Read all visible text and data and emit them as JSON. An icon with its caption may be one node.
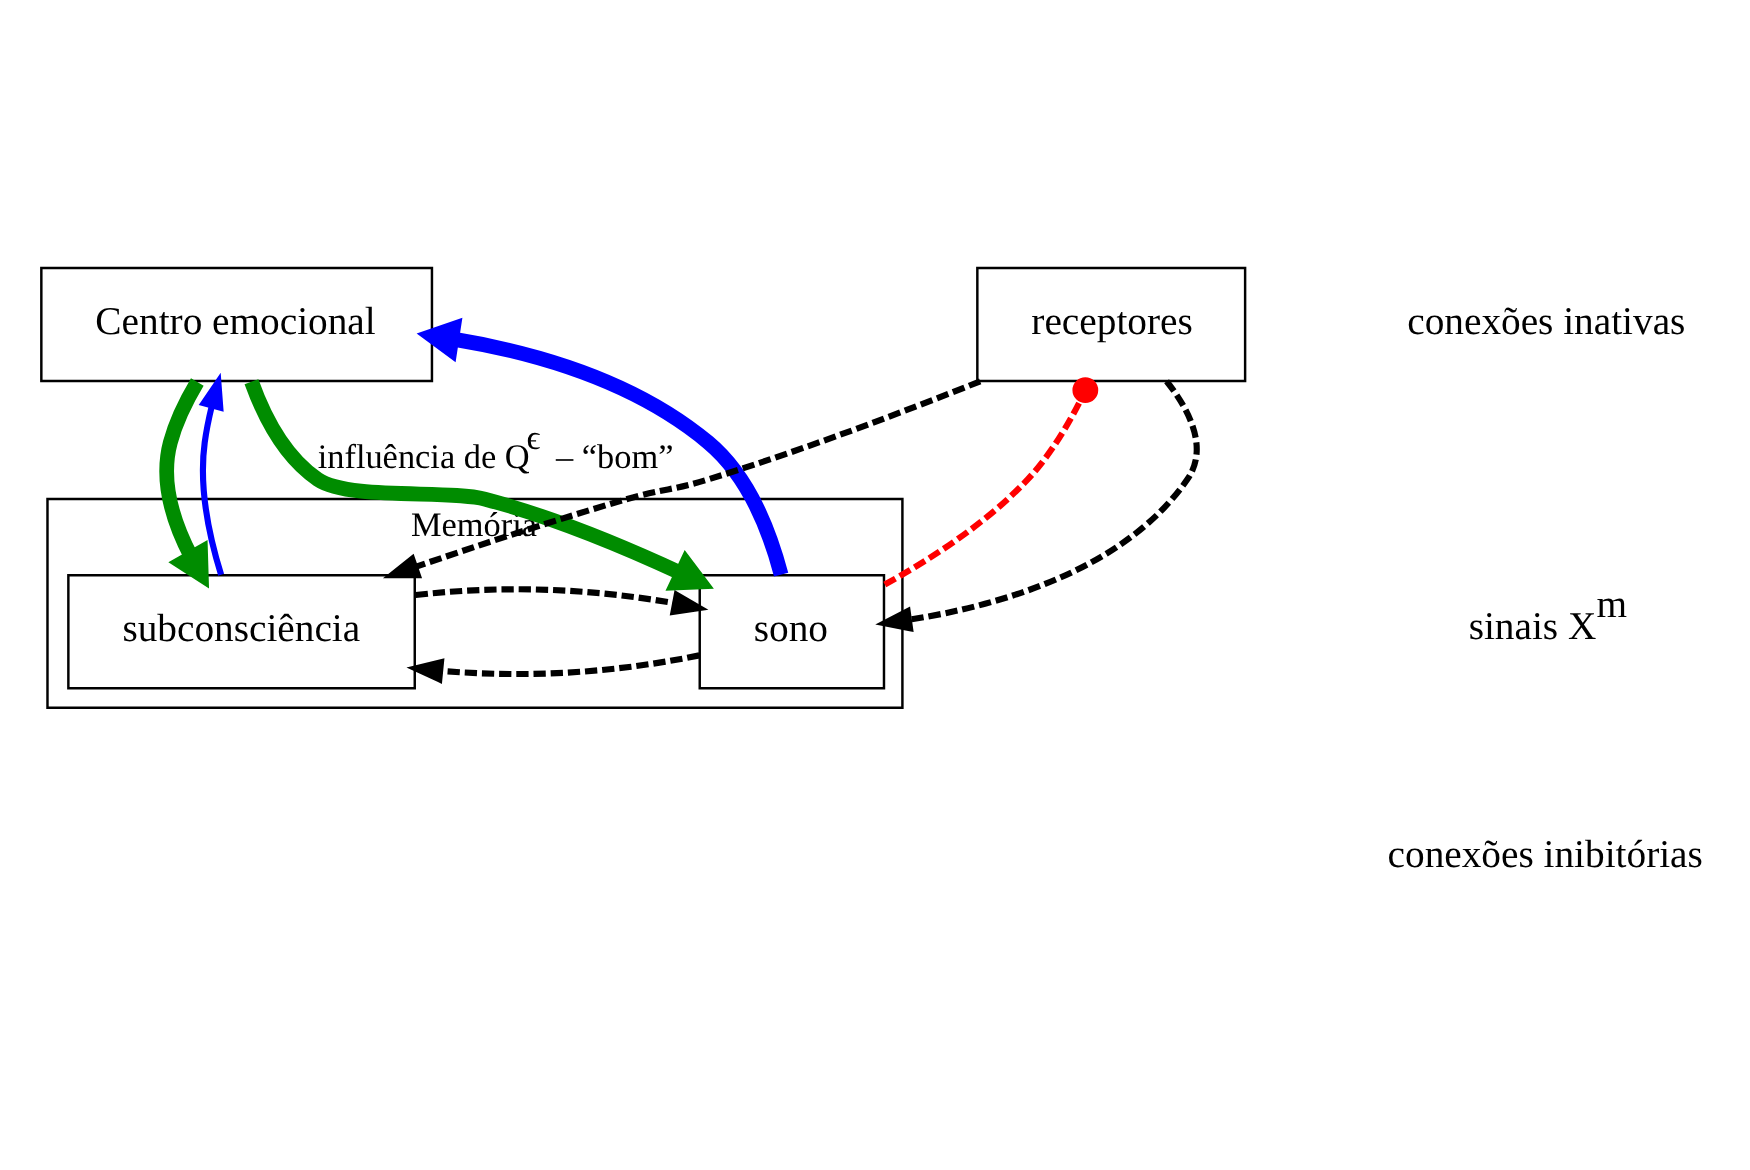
{
  "diagram": {
    "nodes": [
      {
        "text": [
          "Centro emocional"
        ]
      },
      {
        "text": [
          "Memória"
        ]
      },
      {
        "text": [
          "sono"
        ],
        "in": 1
      },
      {
        "text": [
          "subconsciência"
        ],
        "in": 1
      },
      {
        "text": [
          "receptores"
        ]
      }
    ],
    "edges": [
      {
        "from": 2,
        "to": 0,
        "arrow": "to",
        "style": "thick",
        "color": "#0000ff"
      },
      {
        "from": 3,
        "to": 0,
        "arrow": "to",
        "color": "#0000ff"
      },
      {
        "from": 0,
        "to": 2,
        "arrow": "to",
        "style": "thick",
        "color": "#008c00",
        "label": "influência de Q$^{ϵ}$ – “bom”"
      },
      {
        "from": 0,
        "to": 3,
        "arrow": "to",
        "style": "thick",
        "color": "#008c00"
      },
      {
        "from": 2,
        "to": 3,
        "arrow": "to",
        "style": "dashed"
      },
      {
        "from": 3,
        "to": 2,
        "arrow": "to",
        "style": "dashed"
      },
      {
        "from": 4,
        "to": 2,
        "arrow": "to",
        "style": "dashed"
      },
      {
        "from": 2,
        "to": 4,
        "arrow": "other",
        "style": "dashed",
        "color": "#ff0000"
      },
      {
        "from": 4,
        "to": 3,
        "arrow": "to",
        "style": "dashed"
      }
    ],
    "legend": [
      {
        "text": "conexões inativas"
      },
      {
        "text": "sinais X$^{m}$"
      },
      {
        "text": "conexões inibitórias"
      }
    ]
  }
}
